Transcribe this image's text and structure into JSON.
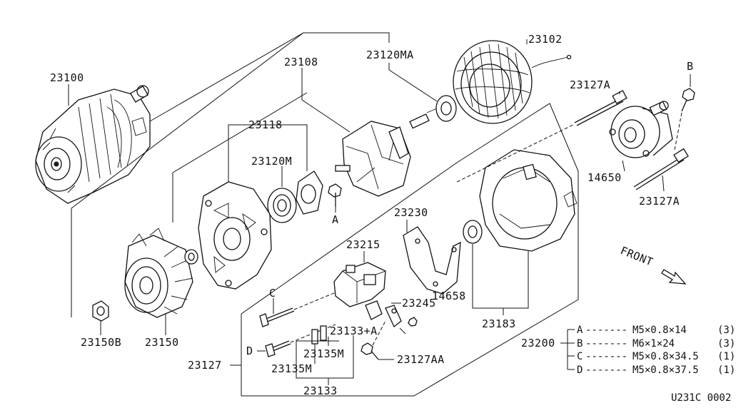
{
  "parts": [
    {
      "id": "23100"
    },
    {
      "id": "23108"
    },
    {
      "id": "23120MA"
    },
    {
      "id": "23102"
    },
    {
      "id": "23127A"
    },
    {
      "id": "B"
    },
    {
      "id": "14650"
    },
    {
      "id": "23127A"
    },
    {
      "id": "23118"
    },
    {
      "id": "23120M"
    },
    {
      "id": "A"
    },
    {
      "id": "23230"
    },
    {
      "id": "23215"
    },
    {
      "id": "C"
    },
    {
      "id": "23245"
    },
    {
      "id": "14658"
    },
    {
      "id": "23183"
    },
    {
      "id": "23133+A"
    },
    {
      "id": "D"
    },
    {
      "id": "23135M"
    },
    {
      "id": "23127AA"
    },
    {
      "id": "23127"
    },
    {
      "id": "23135M"
    },
    {
      "id": "23133"
    },
    {
      "id": "23150B"
    },
    {
      "id": "23150"
    },
    {
      "id": "23200"
    }
  ],
  "front_label": "FRONT",
  "bolt_table": [
    {
      "key": "A",
      "dashes": "-------",
      "spec": "M5×0.8×14",
      "qty": "(3)"
    },
    {
      "key": "B",
      "dashes": "-------",
      "spec": "M6×1×24",
      "qty": "(3)"
    },
    {
      "key": "C",
      "dashes": "-------",
      "spec": "M5×0.8×34.5",
      "qty": "(1)"
    },
    {
      "key": "D",
      "dashes": "-------",
      "spec": "M5×0.8×37.5",
      "qty": "(1)"
    }
  ],
  "diagram_code": "U231C 0002"
}
